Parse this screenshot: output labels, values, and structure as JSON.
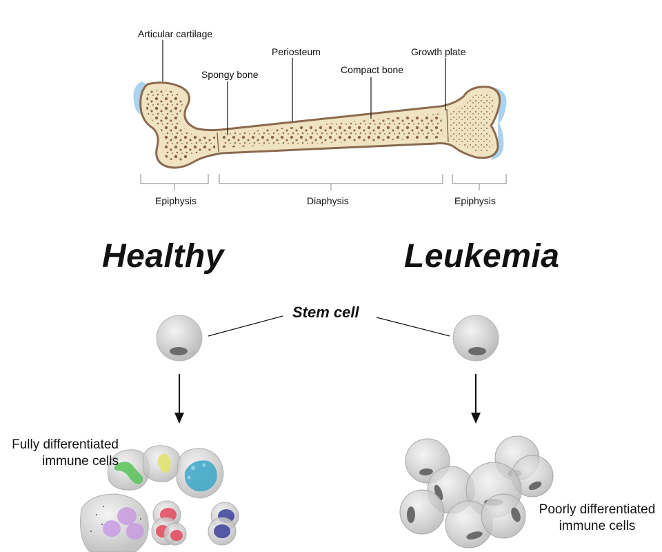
{
  "bone": {
    "labels": {
      "articular_cartilage": "Articular cartilage",
      "periosteum": "Periosteum",
      "growth_plate": "Growth plate",
      "spongy_bone": "Spongy bone",
      "compact_bone": "Compact bone",
      "epiphysis_left": "Epiphysis",
      "diaphysis": "Diaphysis",
      "epiphysis_right": "Epiphysis"
    }
  },
  "comparison": {
    "healthy": "Healthy",
    "leukemia": "Leukemia",
    "stem_cell": "Stem cell",
    "healthy_caption": [
      "Fully differentiated",
      "immune cells"
    ],
    "leukemia_caption": [
      "Poorly differentiated",
      "immune cells"
    ]
  },
  "colors": {
    "bone_fill": "#efe3c2",
    "bone_outline": "#8a6a4f",
    "marrow_dot": "#7a4a2a",
    "cartilage": "#a9d3ee",
    "cell_gray": "#cfcfcf",
    "nucleus": "#6b6b6b",
    "green": "#5fc45f",
    "yellow": "#e3e36a",
    "blue": "#3aa6c8",
    "purple": "#c79be0",
    "red": "#e0455a",
    "navy": "#3b3f9a"
  }
}
